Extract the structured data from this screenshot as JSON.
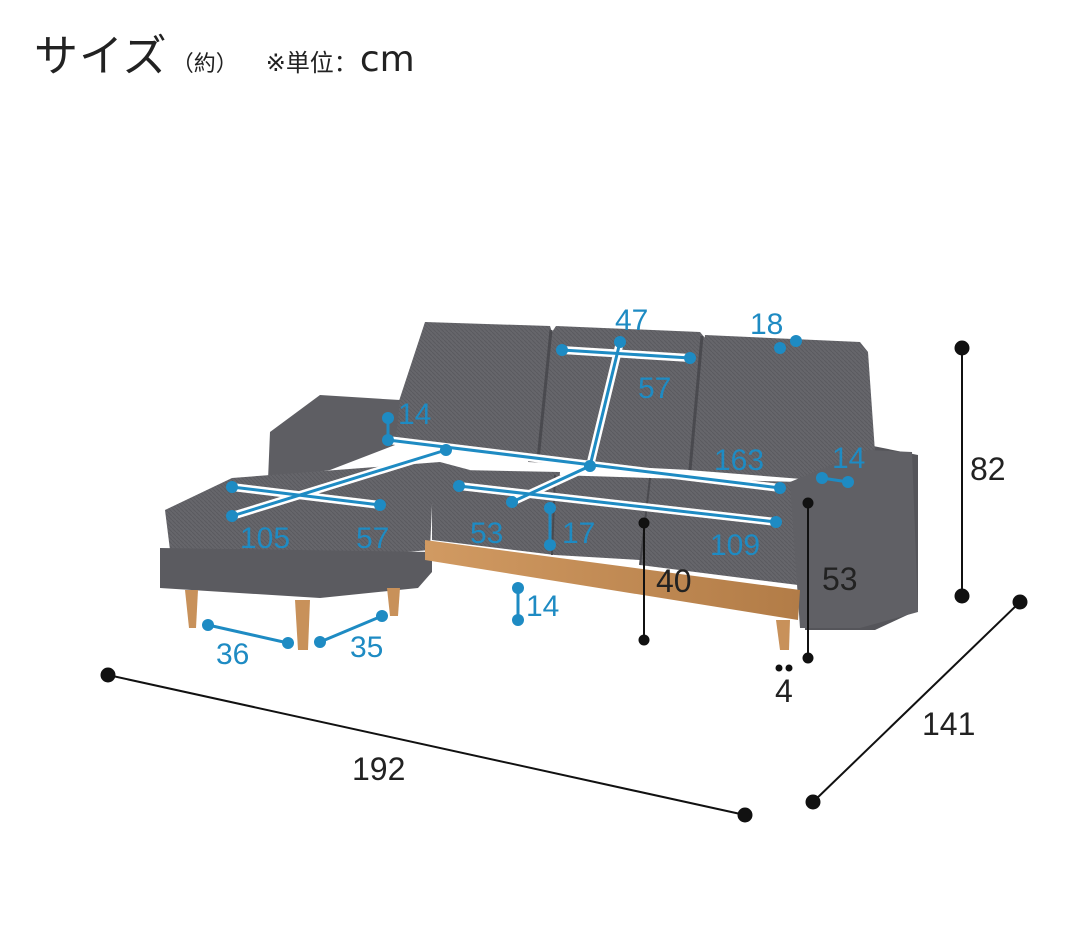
{
  "title": {
    "main": "サイズ",
    "approx": "（約）",
    "note": "※単位：",
    "unit": "cm"
  },
  "colors": {
    "dimension_blue": "#1e8bc3",
    "dimension_black": "#111111",
    "fabric": "#6b6b6f",
    "fabric_dark": "#4f4f54",
    "wood": "#c8915a"
  },
  "dimensions": {
    "inner_seat_width": "47",
    "back_cushion_thickness": "18",
    "back_cushion_height": "57",
    "arm_height_left": "14",
    "seat_width_total": "163",
    "arm_width_right": "14",
    "overall_height": "82",
    "chaise_length": "105",
    "chaise_width": "57",
    "seat_depth": "53",
    "seat_cushion_thickness": "17",
    "main_seat_width": "109",
    "seat_height": "40",
    "arm_to_floor": "53",
    "leg_height": "14",
    "leg_spacing_front": "36",
    "leg_spacing_side": "35",
    "leg_clearance": "4",
    "overall_width": "192",
    "overall_depth": "141"
  }
}
